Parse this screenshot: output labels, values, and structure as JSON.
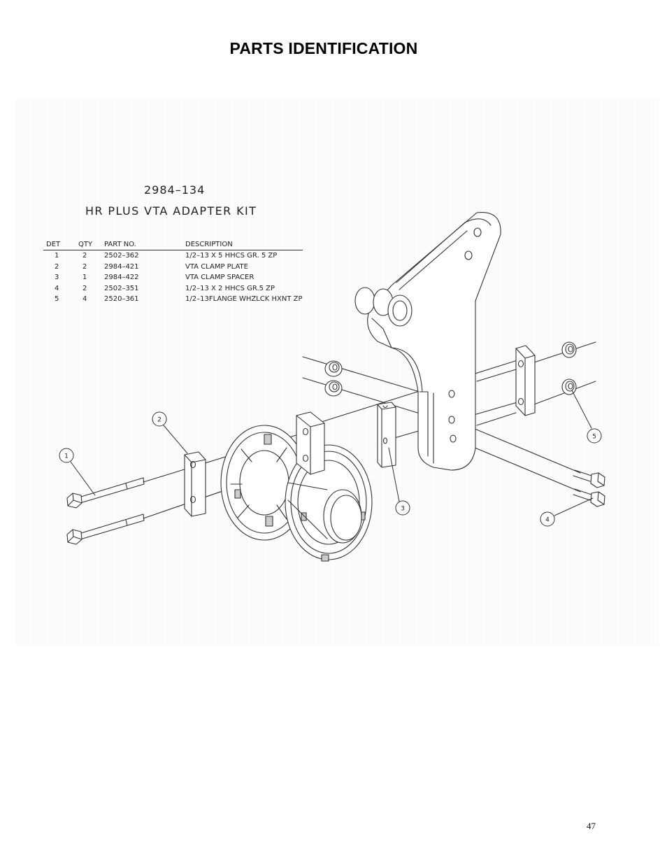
{
  "page": {
    "title": "PARTS IDENTIFICATION",
    "page_number": "47"
  },
  "kit": {
    "number": "2984–134",
    "name": "HR PLUS VTA ADAPTER KIT"
  },
  "parts_table": {
    "headers": [
      "DET",
      "QTY",
      "PART NO.",
      "DESCRIPTION"
    ],
    "rows": [
      [
        "1",
        "2",
        "2502–362",
        "1/2–13 X 5 HHCS GR. 5 ZP"
      ],
      [
        "2",
        "2",
        "2984–421",
        "VTA CLAMP PLATE"
      ],
      [
        "3",
        "1",
        "2984–422",
        "VTA CLAMP SPACER"
      ],
      [
        "4",
        "2",
        "2502–351",
        "1/2–13 X 2 HHCS GR.5 ZP"
      ],
      [
        "5",
        "4",
        "2520–361",
        "1/2–13FLANGE WHZLCK HXNT ZP"
      ]
    ]
  },
  "callouts": [
    "1",
    "2",
    "3",
    "4",
    "5"
  ],
  "colors": {
    "line": "#333333",
    "background": "#ffffff"
  }
}
